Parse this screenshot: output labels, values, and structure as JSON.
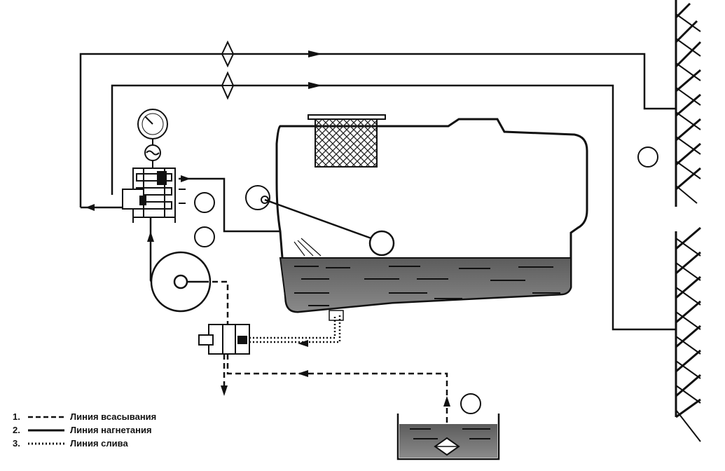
{
  "diagram": {
    "colors": {
      "line": "#111111",
      "liquid": "#6f6f6f",
      "tank_fill": "#ffffff",
      "filter_mesh": "#222222"
    }
  },
  "legend": {
    "items": [
      {
        "number": "1.",
        "label": "Линия всасывания",
        "style": "dashed"
      },
      {
        "number": "2.",
        "label": "Линия нагнетания",
        "style": "solid"
      },
      {
        "number": "3.",
        "label": "Линия слива",
        "style": "dotted"
      }
    ]
  }
}
